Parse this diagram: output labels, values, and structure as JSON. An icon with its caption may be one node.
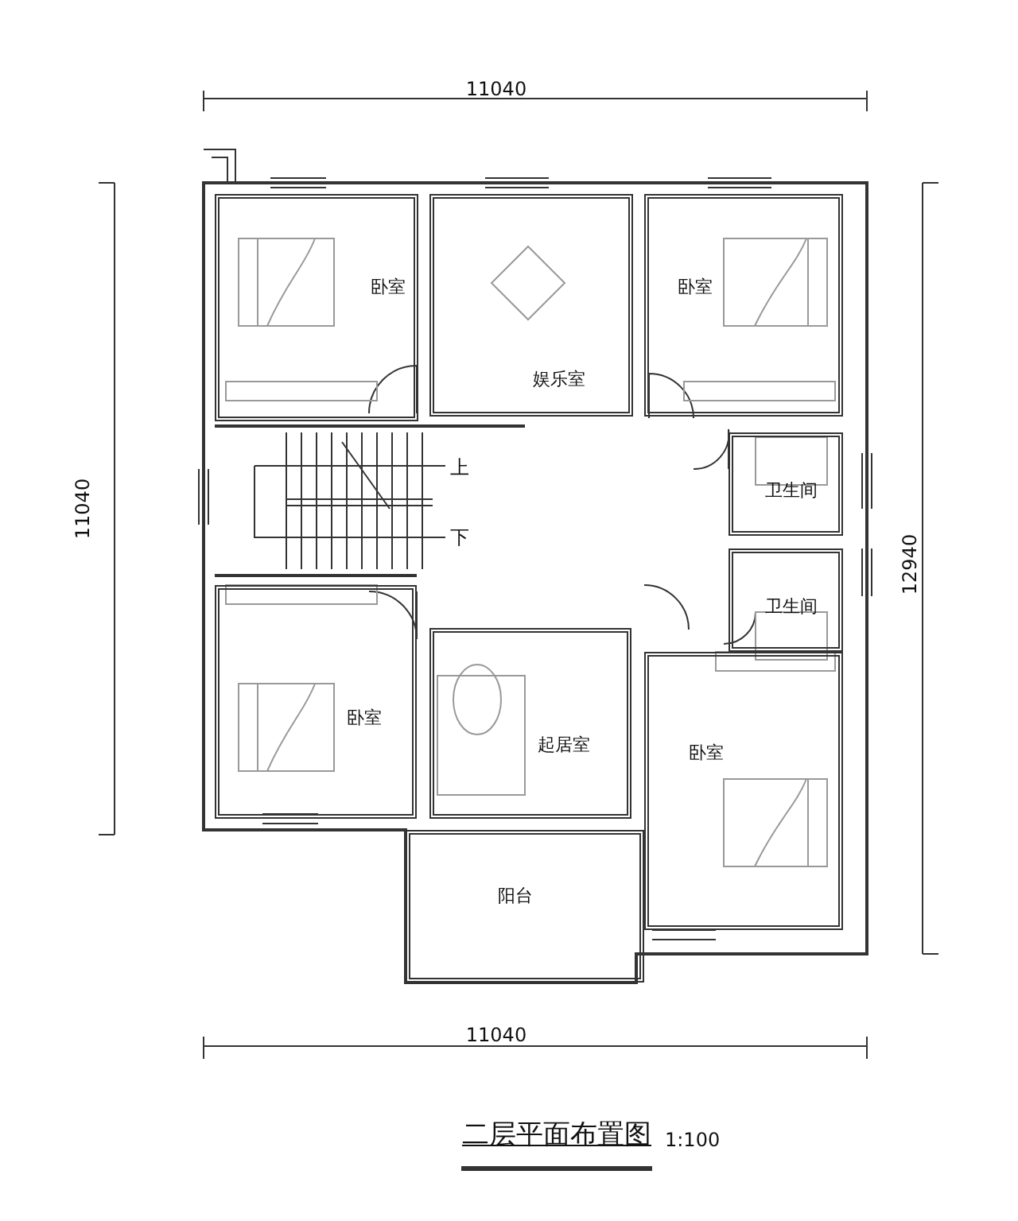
{
  "diagram": {
    "title": "二层平面布置图",
    "nodes": [
      {
        "text": [
          "卧室"
        ]
      },
      {
        "text": [
          "娱乐室"
        ]
      },
      {
        "text": [
          "卧室"
        ]
      },
      {
        "text": [
          "卫生间"
        ]
      },
      {
        "text": [
          "卫生间"
        ]
      },
      {
        "text": [
          "卧室"
        ]
      },
      {
        "text": [
          "起居室"
        ]
      },
      {
        "text": [
          "卧室"
        ]
      },
      {
        "text": [
          "阳台"
        ]
      }
    ],
    "labels": [
      "11040",
      "11040",
      "12940",
      "上",
      "下",
      "11040",
      "1:100"
    ]
  }
}
